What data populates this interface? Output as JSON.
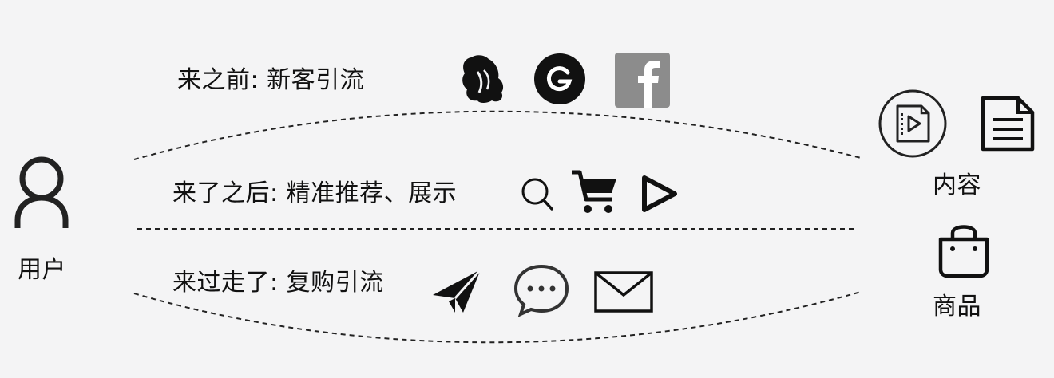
{
  "user": {
    "label": "用户",
    "icon": "user-icon"
  },
  "stages": [
    {
      "label": "来之前: 新客引流",
      "icons": [
        "curly-hair-logo-icon",
        "google-icon",
        "facebook-icon"
      ]
    },
    {
      "label": "来了之后: 精准推荐、展示",
      "icons": [
        "search-icon",
        "shopping-cart-icon",
        "play-icon"
      ]
    },
    {
      "label": "来过走了: 复购引流",
      "icons": [
        "paper-plane-icon",
        "chat-bubble-icon",
        "envelope-icon"
      ]
    }
  ],
  "targets": [
    {
      "label": "内容",
      "icons": [
        "video-file-icon",
        "document-icon"
      ]
    },
    {
      "label": "商品",
      "icons": [
        "shopping-bag-icon"
      ]
    }
  ],
  "colors": {
    "background": "#f4f4f5",
    "ink": "#111111",
    "facebook_gray": "#8c8c8c"
  }
}
